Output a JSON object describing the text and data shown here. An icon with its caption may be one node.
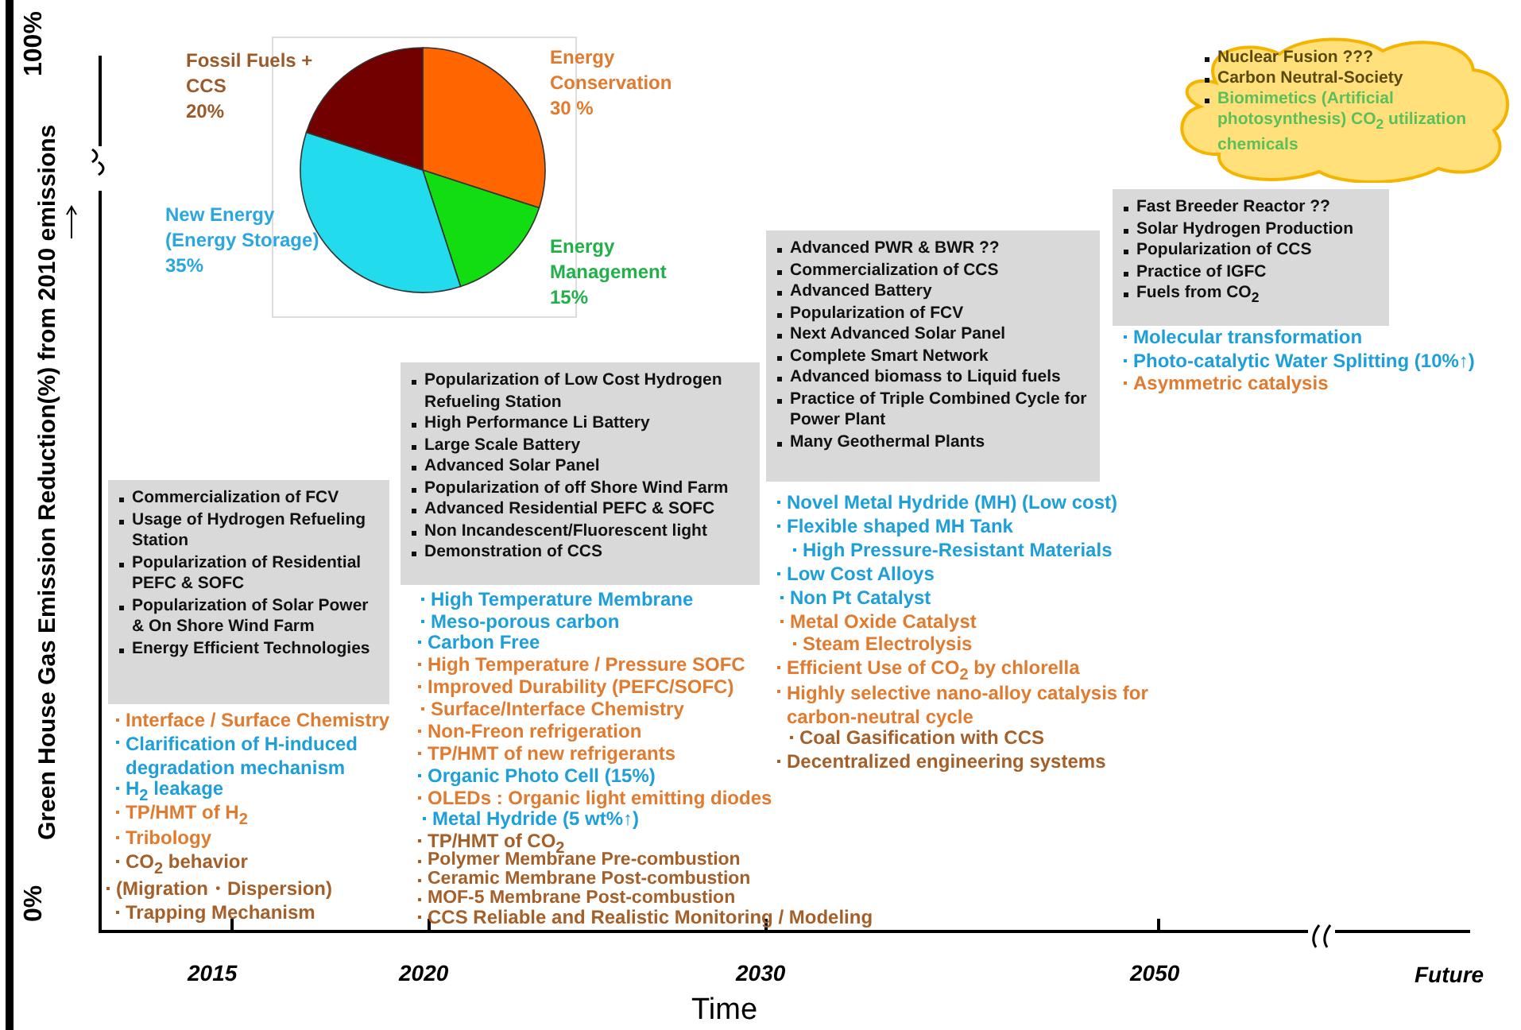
{
  "diagram": {
    "nodes": [
      {
        "text": [
          "Commercialization of FCV",
          "Usage of  Hydrogen Refueling Station",
          "Popularization of Residential PEFC & SOFC",
          "Popularization of Solar Power & On Shore Wind Farm",
          "Energy Efficient Technologies"
        ]
      },
      {
        "text": [
          "Popularization of Low Cost Hydrogen Refueling Station",
          "High Performance Li Battery",
          "Large Scale Battery",
          "Advanced Solar Panel",
          "Popularization of off Shore Wind Farm",
          "Advanced Residential PEFC & SOFC",
          "Non Incandescent/Fluorescent light",
          "Demonstration of CCS"
        ]
      },
      {
        "text": [
          "Advanced PWR & BWR ??",
          "Commercialization of  CCS",
          "Advanced Battery",
          "Popularization of FCV",
          "Next Advanced Solar Panel",
          "Complete Smart Network",
          "Advanced biomass to Liquid fuels",
          "Practice of Triple Combined Cycle for Power Plant",
          "Many Geothermal Plants"
        ]
      },
      {
        "text": [
          "Fast Breeder Reactor ??",
          "Solar Hydrogen Production",
          "Popularization of CCS",
          "Practice of IGFC",
          "Fuels from CO$_{2}$"
        ]
      },
      {
        "text": [
          "Nuclear Fusion ???",
          "Carbon Neutral-Society",
          "Biomimetics (Artificial photosynthesis) CO$_{2}$  utilization chemicals"
        ]
      }
    ],
    "labels": [
      "100%",
      "0%",
      "Green House Gas Emission Reduction(%) from 2010 emissions",
      "2015",
      "2020",
      "2030",
      "2050",
      "Future",
      "Time",
      "Interface / Surface Chemistry",
      "Clarification of H-induced degradation mechanism",
      "H$_{2}$  leakage",
      "TP/HMT of H$_{2}$",
      "Tribology",
      "CO$_{2}$ behavior",
      "(Migration・Dispersion)",
      "Trapping Mechanism",
      "High Temperature Membrane",
      "Meso-porous carbon",
      "Carbon Free",
      "High Temperature / Pressure SOFC",
      "Improved Durability (PEFC/SOFC)",
      "Surface/Interface Chemistry",
      "Non-Freon  refrigeration",
      "TP/HMT of new refrigerants",
      "Organic Photo Cell (15%)",
      "OLEDs : Organic light emitting diodes",
      "Metal  Hydride  (5 wt%↑)",
      "TP/HMT of CO$_{2}$",
      "Polymer Membrane   Pre-combustion",
      "Ceramic Membrane   Post-combustion",
      "MOF-5 Membrane   Post-combustion",
      "CCS Reliable and Realistic Monitoring / Modeling",
      "Novel Metal Hydride (MH) (Low cost)",
      "Flexible shaped MH Tank",
      "High Pressure-Resistant Materials",
      "Low Cost Alloys",
      "Non Pt Catalyst",
      "Metal Oxide Catalyst",
      "Steam Electrolysis",
      "Efficient Use of CO$_{2}$ by chlorella",
      "Highly selective nano-alloy catalysis for carbon-neutral cycle",
      "Coal Gasification with CCS",
      "Decentralized engineering systems",
      "Molecular transformation",
      "Photo-catalytic Water Splitting (10%↑)",
      "Asymmetric catalysis"
    ],
    "chart_data": {
      "type": "pie",
      "categories": [
        "Energy Conservation",
        "Energy Management",
        "New Energy (Energy Storage)",
        "Fossil Fuels + CCS"
      ],
      "values": [
        30,
        15,
        35,
        20
      ],
      "value_labels": [
        "30 %",
        "15%",
        "35%",
        "20%"
      ]
    }
  }
}
